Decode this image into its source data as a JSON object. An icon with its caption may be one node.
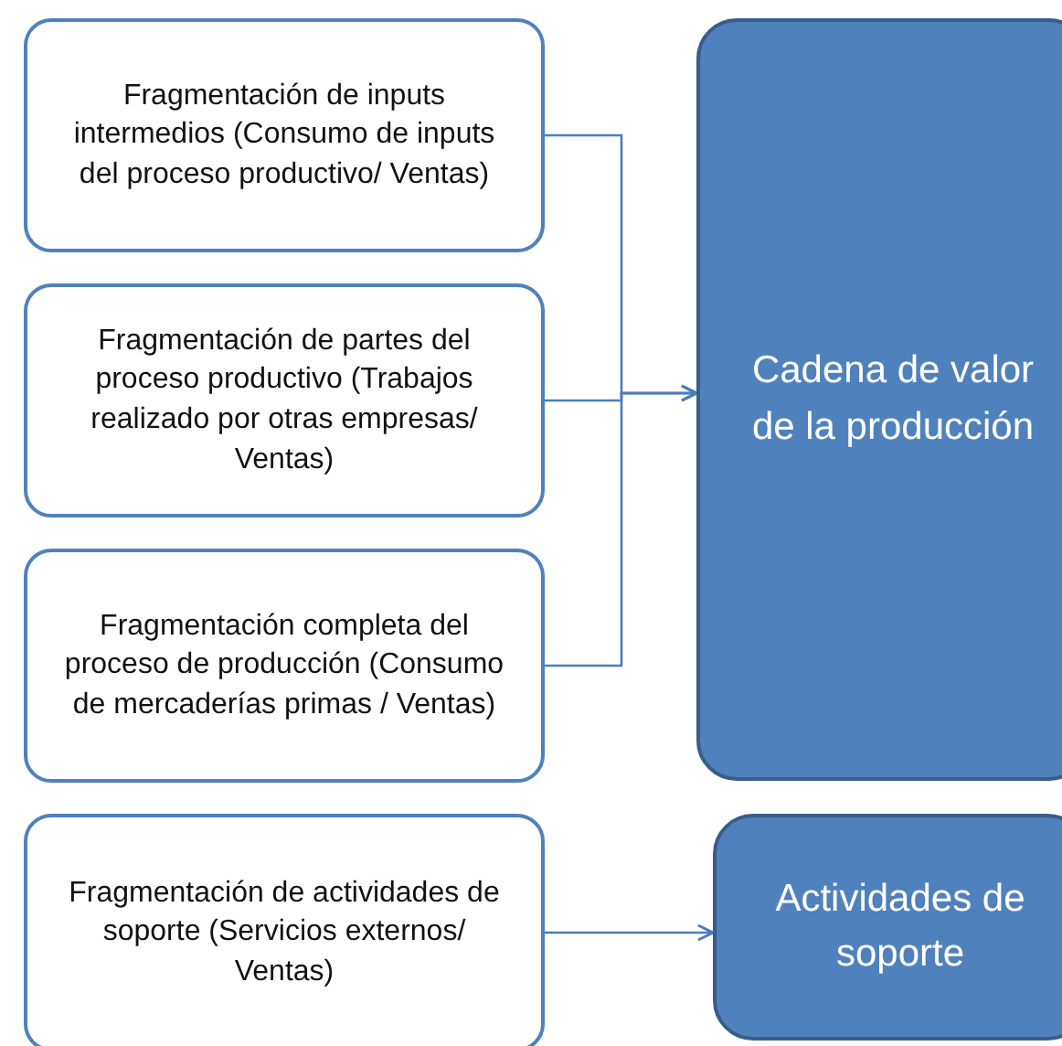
{
  "diagram": {
    "nodes": [
      {
        "text": [
          "Fragmentación de inputs intermedios (Consumo de inputs del proceso productivo/ Ventas)"
        ]
      },
      {
        "text": [
          "Fragmentación de partes del proceso productivo (Trabajos realizado por otras empresas/ Ventas)"
        ]
      },
      {
        "text": [
          "Fragmentación completa del proceso de producción (Consumo de mercaderías primas / Ventas)"
        ]
      },
      {
        "text": [
          "Cadena de valor de la producción"
        ]
      },
      {
        "text": [
          "Fragmentación de actividades de soporte (Servicios externos/ Ventas)"
        ]
      },
      {
        "text": [
          "Actividades de soporte"
        ]
      }
    ],
    "edges": [
      {
        "from": 0,
        "to": 3,
        "arrow": "to"
      },
      {
        "from": 1,
        "to": 3,
        "arrow": "to"
      },
      {
        "from": 2,
        "to": 3,
        "arrow": "to"
      },
      {
        "from": 4,
        "to": 5,
        "arrow": "to"
      }
    ]
  }
}
